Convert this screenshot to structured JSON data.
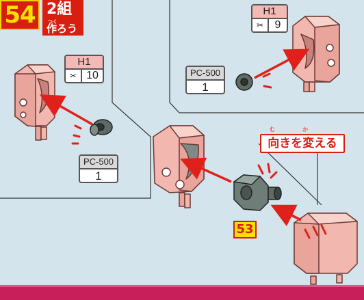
{
  "step": {
    "number": "54",
    "title": "2組",
    "ruby": "つく",
    "subtitle": "作ろう"
  },
  "parts": {
    "left": {
      "runner": "H1",
      "number": "10"
    },
    "top_right": {
      "runner": "H1",
      "number": "9"
    }
  },
  "pc_parts": {
    "left": {
      "code": "PC-500",
      "count": "1"
    },
    "top_right": {
      "code": "PC-500",
      "count": "1"
    }
  },
  "rotate_note": {
    "ruby_1": "む",
    "ruby_2": "か",
    "text": "向きを変える"
  },
  "reference_step": "53",
  "colors": {
    "background": "#d4e4ec",
    "part_pink": "#f2b7ae",
    "accent_red": "#d81e0e",
    "step_yellow": "#f8e000",
    "polycap_gray": "#5d6a66",
    "bottom_bar": "#c81e5a"
  },
  "icons": {
    "runner_icon": "sprue-cutter-icon"
  }
}
